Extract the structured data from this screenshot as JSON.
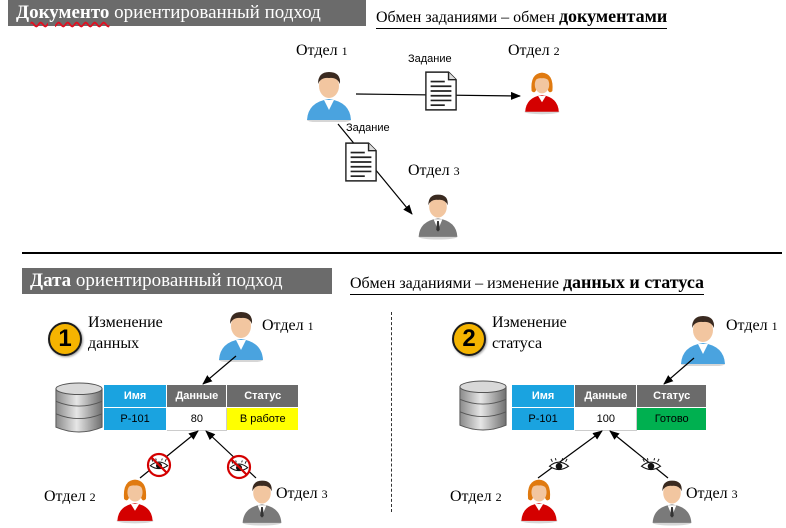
{
  "doc": {
    "header_bold": "Документо",
    "header_rest": " ориентированный подход",
    "subtitle_normal": "Обмен заданиями – обмен ",
    "subtitle_bold": "документами",
    "dept1": "Отдел",
    "dept1_num": "1",
    "dept2": "Отдел",
    "dept2_num": "2",
    "dept3": "Отдел",
    "dept3_num": "3",
    "task_label_1": "Задание",
    "task_label_2": "Задание"
  },
  "data_approach": {
    "header_bold": "Дата",
    "header_rest": " ориентированный подход",
    "subtitle_normal": "Обмен заданиями – изменение ",
    "subtitle_bold": "данных и статуса"
  },
  "panel1": {
    "number": "1",
    "note_line1": "Изменение",
    "note_line2": "данных",
    "dept_top": "Отдел",
    "dept_top_num": "1",
    "dept_left": "Отдел",
    "dept_left_num": "2",
    "dept_right": "Отдел",
    "dept_right_num": "3",
    "table": {
      "headers": [
        "Имя",
        "Данные",
        "Статус"
      ],
      "row": [
        "P-101",
        "80",
        "В работе"
      ]
    }
  },
  "panel2": {
    "number": "2",
    "note_line1": "Изменение",
    "note_line2": "статуса",
    "dept_top": "Отдел",
    "dept_top_num": "1",
    "dept_left": "Отдел",
    "dept_left_num": "2",
    "dept_right": "Отдел",
    "dept_right_num": "3",
    "table": {
      "headers": [
        "Имя",
        "Данные",
        "Статус"
      ],
      "row": [
        "P-101",
        "100",
        "Готово"
      ]
    }
  },
  "colors": {
    "header_bg": "#6b6b6b",
    "name_cell": "#1aa3e0",
    "status_in_work": "#ffff00",
    "status_done": "#00b050",
    "badge": "#f5b400",
    "male_shirt": "#4aa3df",
    "female_shirt": "#d40000",
    "grey_suit": "#7a7a7a"
  },
  "icons": {
    "document": "document-icon",
    "database": "database-icon",
    "eye": "eye-icon",
    "no_eye": "eye-blocked-icon",
    "male": "person-male-icon",
    "female": "person-female-icon",
    "manager": "person-manager-icon"
  }
}
